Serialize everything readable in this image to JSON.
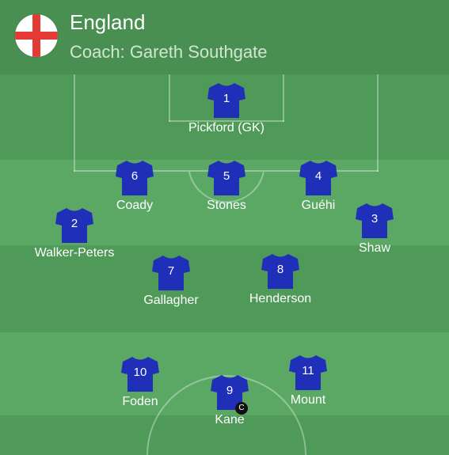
{
  "team": {
    "name": "England",
    "coach": "Coach: Gareth Southgate",
    "flag_icon": "england-flag-icon"
  },
  "colors": {
    "pitch_light": "#5aa864",
    "pitch_dark": "#4f9a58",
    "shirt": "#1f2fb8",
    "captain_badge": "#111111"
  },
  "captain_label": "C",
  "players": [
    {
      "number": "1",
      "name": "Pickford (GK)"
    },
    {
      "number": "6",
      "name": "Coady"
    },
    {
      "number": "5",
      "name": "Stones"
    },
    {
      "number": "4",
      "name": "Guéhi"
    },
    {
      "number": "2",
      "name": "Walker-Peters"
    },
    {
      "number": "3",
      "name": "Shaw"
    },
    {
      "number": "7",
      "name": "Gallagher"
    },
    {
      "number": "8",
      "name": "Henderson"
    },
    {
      "number": "10",
      "name": "Foden"
    },
    {
      "number": "9",
      "name": "Kane"
    },
    {
      "number": "11",
      "name": "Mount"
    }
  ]
}
